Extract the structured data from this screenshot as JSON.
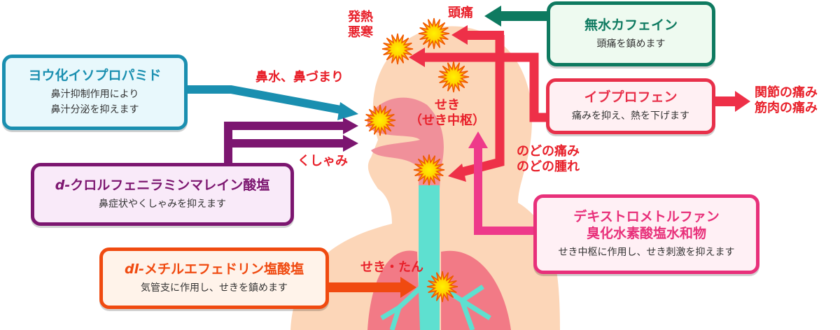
{
  "drugs": {
    "iodide": {
      "name": "ヨウ化イソプロパミド",
      "desc1": "鼻汁抑制作用により",
      "desc2": "鼻汁分泌を抑えます",
      "color": "#1a8fb0"
    },
    "chlorphen": {
      "name_prefix": "d-",
      "name": "クロルフェニラミンマレイン酸塩",
      "desc": "鼻症状やくしゃみを抑えます",
      "color": "#7c1670"
    },
    "methyl": {
      "name_prefix": "dl-",
      "name": "メチルエフェドリン塩酸塩",
      "desc": "気管支に作用し、せきを鎮めます",
      "color": "#f04a10"
    },
    "caffeine": {
      "name": "無水カフェイン",
      "desc": "頭痛を鎮めます",
      "color": "#0e7a60"
    },
    "ibuprofen": {
      "name": "イブプロフェン",
      "desc": "痛みを抑え、熱を下げます",
      "color": "#e8304a"
    },
    "dextro": {
      "name1": "デキストロメトルファン",
      "name2": "臭化水素酸塩水和物",
      "desc": "せき中枢に作用し、せき刺激を抑えます",
      "color": "#e8307a"
    }
  },
  "symptoms": {
    "fever1": "発熱",
    "fever2": "悪寒",
    "headache": "頭痛",
    "nose": "鼻水、鼻づまり",
    "cough1": "せき",
    "cough2": "（せき中枢）",
    "sneeze": "くしゃみ",
    "throat1": "のどの痛み",
    "throat2": "のどの腫れ",
    "joint1": "関節の痛み",
    "joint2": "筋肉の痛み",
    "phlegm": "せき・たん"
  }
}
